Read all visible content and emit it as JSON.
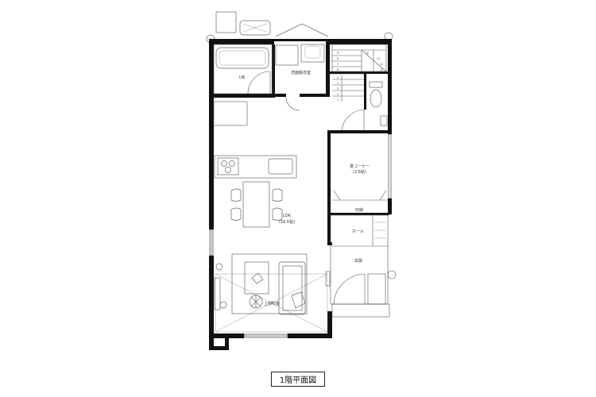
{
  "rooms": {
    "unit_bath": "UB",
    "washroom": "洗面脱衣室",
    "tatami": "畳コーナー",
    "tatami_size": "(2.5帖)",
    "storage": "収納",
    "ldk": "LDK",
    "ldk_size": "(16.5帖)",
    "hall": "ホール",
    "entrance": "玄関",
    "void": "上部吹抜"
  },
  "stair_steps": [
    "1",
    "2",
    "3",
    "4",
    "5",
    "6",
    "7",
    "8",
    "9",
    "10",
    "11",
    "12",
    "13"
  ],
  "caption": "1階平面図"
}
